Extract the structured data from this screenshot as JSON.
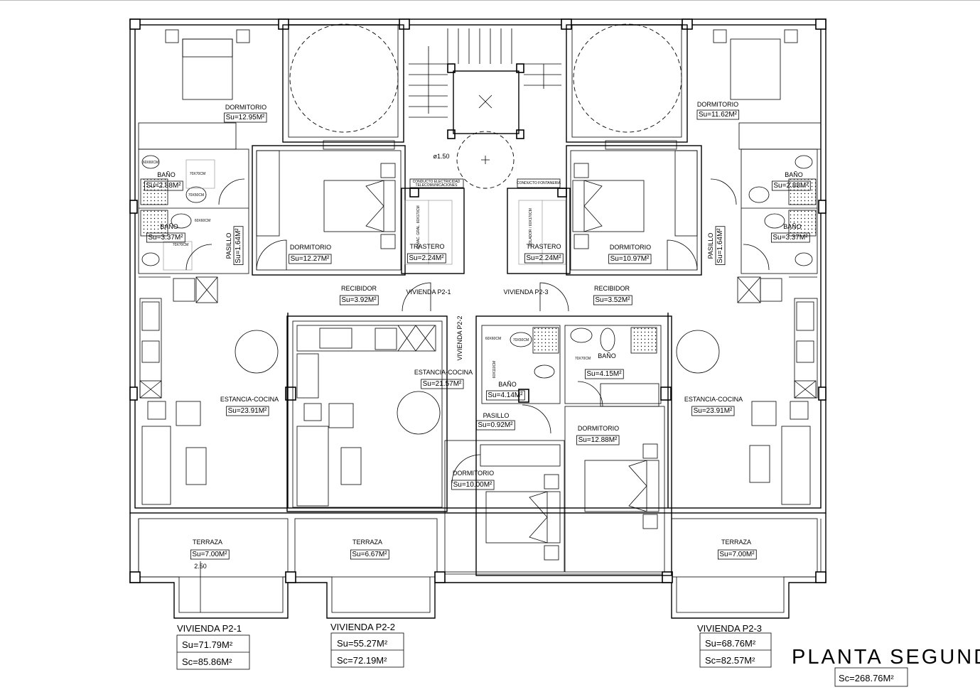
{
  "rooms": [
    {
      "name": "DORMITORIO",
      "area": "Su=12.95M²"
    },
    {
      "name": "DORMITORIO",
      "area": "Su=11.62M²"
    },
    {
      "name": "BAÑO",
      "area": "Su=2.88M²"
    },
    {
      "name": "BAÑO",
      "area": "Su=3.37M²"
    },
    {
      "name": "PASILLO",
      "area": "Su=1.64M²"
    },
    {
      "name": "DORMITORIO",
      "area": "Su=12.27M²"
    },
    {
      "name": "TRASTERO",
      "area": "Su=2.24M²"
    },
    {
      "name": "TRASTERO",
      "area": "Su=2.24M²"
    },
    {
      "name": "DORMITORIO",
      "area": "Su=10.97M²"
    },
    {
      "name": "PASILLO",
      "area": "Su=1.64M²"
    },
    {
      "name": "BAÑO",
      "area": "Su=2.88M²"
    },
    {
      "name": "BAÑO",
      "area": "Su=3.37M²"
    },
    {
      "name": "RECIBIDOR",
      "area": "Su=3.92M²"
    },
    {
      "name": "RECIBIDOR",
      "area": "Su=3.52M²"
    },
    {
      "name": "ESTANCIA-COCINA",
      "area": "Su=23.91M²"
    },
    {
      "name": "ESTANCIA-COCINA",
      "area": "Su=21.57M²"
    },
    {
      "name": "BAÑO",
      "area": "Su=4.14M²"
    },
    {
      "name": "BAÑO",
      "area": "Su=4.15M²"
    },
    {
      "name": "PASILLO",
      "area": "Su=0.92M²"
    },
    {
      "name": "DORMITORIO",
      "area": "Su=12.88M²"
    },
    {
      "name": "DORMITORIO",
      "area": "Su=10.00M²"
    },
    {
      "name": "ESTANCIA-COCINA",
      "area": "Su=23.91M²"
    },
    {
      "name": "TERRAZA",
      "area": "Su=7.00M²"
    },
    {
      "name": "TERRAZA",
      "area": "Su=6.67M²"
    },
    {
      "name": "TERRAZA",
      "area": "Su=7.00M²"
    }
  ],
  "annotations": {
    "vivienda_1": "VIVIENDA  P2-1",
    "vivienda_2": "VIVIENDA  P2-2",
    "vivienda_3": "VIVIENDA  P2-3",
    "diameter": "ø1.50",
    "dimension": "2.50",
    "conducto_elec": "CONDUCTO ELECTRICIDAD",
    "conducto_tele": "TELECOMUNICACIONES",
    "conducto_fon": "CONDUCTO FONTANERIA",
    "almac_1": "ALMAC. GRAL. 60X170CM",
    "almac_2": "SOLADOR / 60X170CM"
  },
  "fixtures": [
    "60X60CM",
    "70X70CM",
    "70X50CM",
    "70X70CM",
    "60X60CM",
    "60X110CM",
    "70X70CM",
    "60X60CM",
    "70X50CM"
  ],
  "summary": [
    {
      "name": "VIVIENDA  P2-1",
      "su": "Su=71.79M²",
      "sc": "Sc=85.86M²"
    },
    {
      "name": "VIVIENDA  P2-2",
      "su": "Su=55.27M²",
      "sc": "Sc=72.19M²"
    },
    {
      "name": "VIVIENDA  P2-3",
      "su": "Su=68.76M²",
      "sc": "Sc=82.57M²"
    }
  ],
  "plan": {
    "title": "PLANTA  SEGUNDA",
    "total": "Sc=268.76M²"
  }
}
